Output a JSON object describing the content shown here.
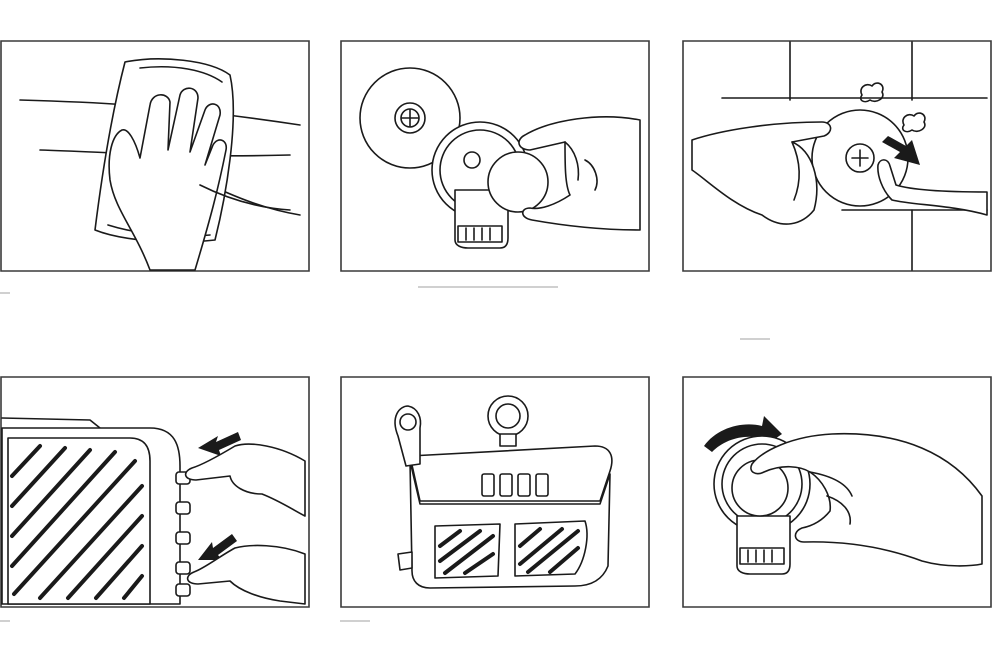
{
  "figure": {
    "kind": "installation instruction illustration",
    "panel_count": 6,
    "colors": {
      "line": "#1a1a1a",
      "background": "#ffffff",
      "frame": "#3a3a3a"
    },
    "panels": [
      {
        "id": "wipe-wall"
      },
      {
        "id": "prepare-suction-cup"
      },
      {
        "id": "press-onto-wall"
      },
      {
        "id": "attach-basket"
      },
      {
        "id": "assembled-basket"
      },
      {
        "id": "twist-lock"
      }
    ]
  }
}
